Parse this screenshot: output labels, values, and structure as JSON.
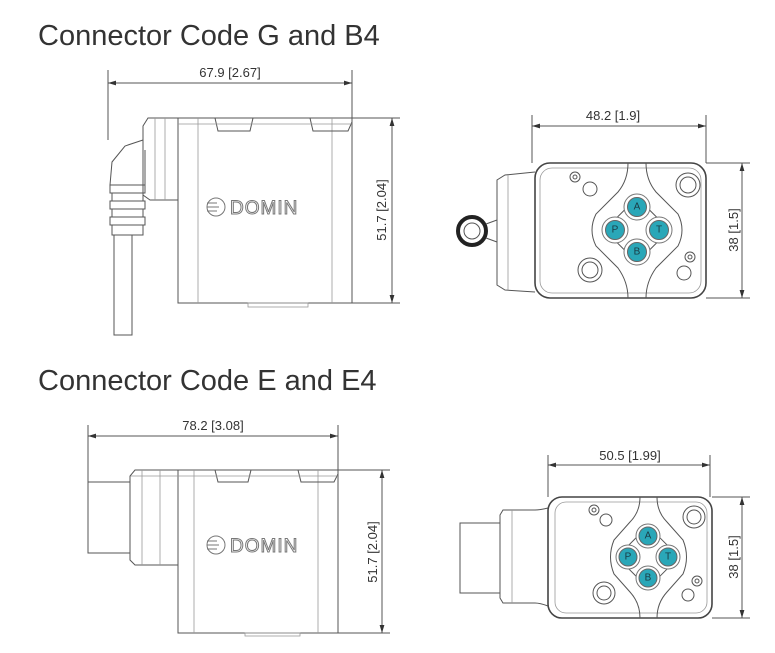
{
  "sections": [
    {
      "title": "Connector Code G and B4",
      "side_view": {
        "length_dim": "67.9  [2.67]",
        "height_dim": "51.7  [2.04]",
        "brand": "DOMIN"
      },
      "face_view": {
        "width_dim": "48.2  [1.9]",
        "height_dim": "38  [1.5]",
        "ports": [
          "A",
          "P",
          "T",
          "B"
        ]
      }
    },
    {
      "title": "Connector Code E and E4",
      "side_view": {
        "length_dim": "78.2  [3.08]",
        "height_dim": "51.7  [2.04]",
        "brand": "DOMIN"
      },
      "face_view": {
        "width_dim": "50.5  [1.99]",
        "height_dim": "38  [1.5]",
        "ports": [
          "A",
          "P",
          "T",
          "B"
        ]
      }
    }
  ],
  "colors": {
    "port_fill": "#2aa7b8",
    "line": "#555555"
  }
}
